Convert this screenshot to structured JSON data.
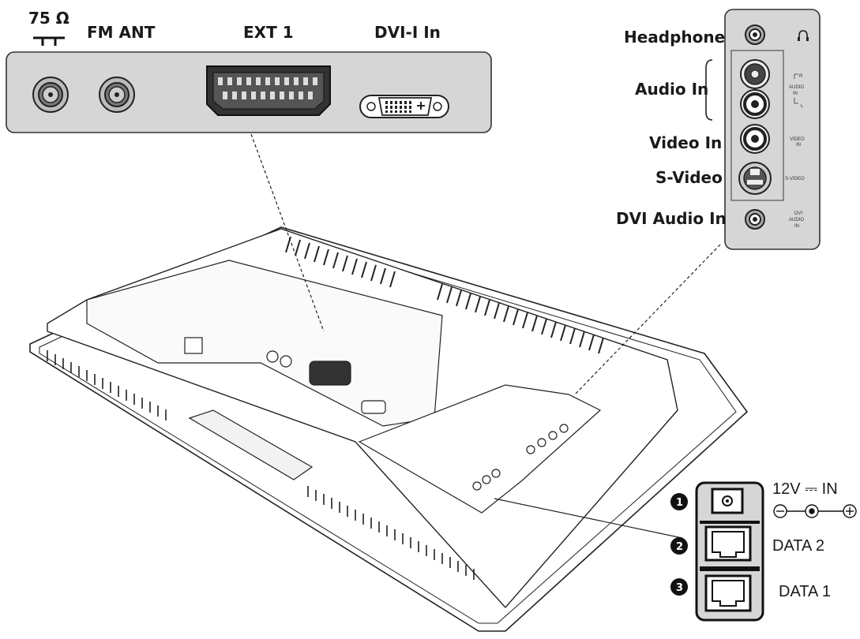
{
  "top_panel": {
    "labels": {
      "antenna": "75 Ω",
      "fm_ant": "FM ANT",
      "ext1": "EXT 1",
      "dvi_in": "DVI-I In"
    }
  },
  "side_panel": {
    "labels": {
      "headphone": "Headphone",
      "audio_in": "Audio In",
      "video_in": "Video In",
      "s_video": "S-Video",
      "dvi_audio_in": "DVI Audio In"
    },
    "small_labels": {
      "r": "R",
      "audio_line1": "AUDIO",
      "audio_line2": "IN",
      "l": "L",
      "video_line1": "VIDEO",
      "video_line2": "IN",
      "svideo": "S-VIDEO",
      "dvi_line1": "DVI",
      "dvi_line2": "AUDIO",
      "dvi_line3": "IN"
    }
  },
  "bottom_panel": {
    "numbers": [
      "1",
      "2",
      "3"
    ],
    "power_label": "12V ⎓ IN",
    "data2_label": "DATA 2",
    "data1_label": "DATA 1"
  }
}
